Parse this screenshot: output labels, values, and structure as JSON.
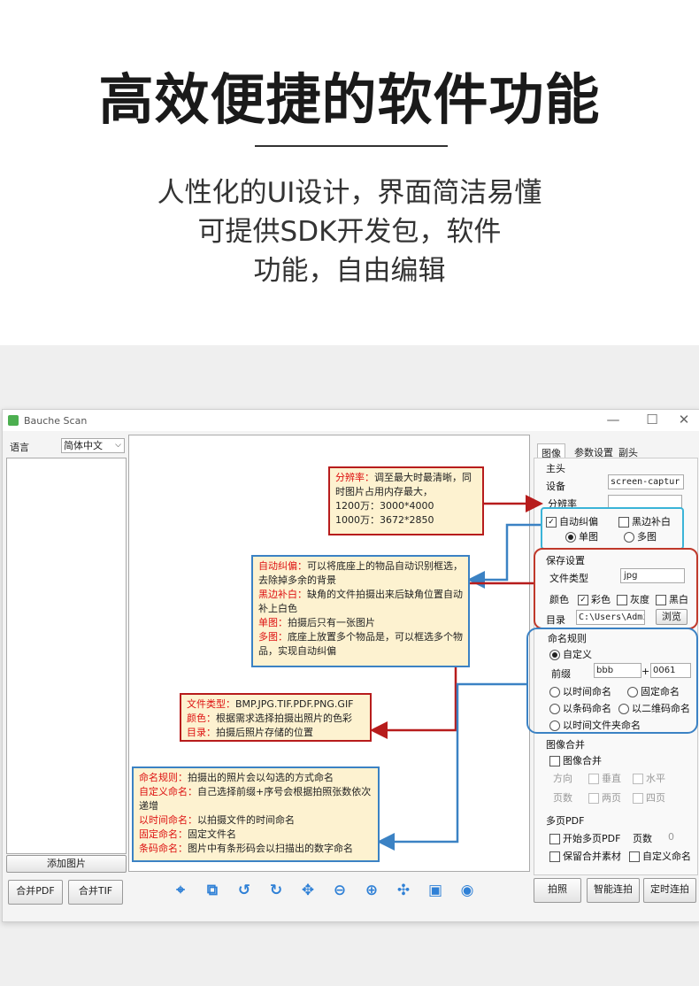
{
  "hero": {
    "title": "高效便捷的软件功能",
    "lines": [
      "人性化的UI设计，界面简洁易懂",
      "可提供SDK开发包，软件",
      "功能，自由编辑"
    ]
  },
  "app": {
    "title": "Bauche Scan",
    "window_controls": {
      "minimize": "—",
      "maximize": "☐",
      "close": "✕"
    }
  },
  "left_panel": {
    "language_label": "语言",
    "language_value": "简体中文",
    "add_image_button": "添加图片",
    "merge_pdf_button": "合并PDF",
    "merge_tif_button": "合并TIF"
  },
  "toolbar": {
    "icons": [
      "focus-icon",
      "crop-icon",
      "rotate-left-icon",
      "rotate-right-icon",
      "fit-icon",
      "zoom-out-icon",
      "zoom-in-icon",
      "move-icon",
      "two-pages-icon",
      "video-icon"
    ]
  },
  "right_panel": {
    "tabs": [
      "图像",
      "参数设置",
      "副头"
    ],
    "main_head_group": "主头",
    "device_label": "设备",
    "device_value": "screen-captur",
    "resolution_label": "分辨率",
    "resolution_value": "",
    "auto_deskew": "自动纠偏",
    "black_fill": "黑边补白",
    "single_image": "单图",
    "multi_image": "多图",
    "save_group": "保存设置",
    "file_type_label": "文件类型",
    "file_type_value": "jpg",
    "color_label": "颜色",
    "color_options": [
      "彩色",
      "灰度",
      "黑白"
    ],
    "dir_label": "目录",
    "dir_value": "C:\\Users\\Admini",
    "browse_button": "浏览",
    "naming_group": "命名规则",
    "custom_option": "自定义",
    "prefix_label": "前缀",
    "prefix_value": "bbb",
    "plus": "+",
    "suffix_value": "0061",
    "time_naming": "以时间命名",
    "fixed_naming": "固定命名",
    "barcode_naming": "以条码命名",
    "qrcode_naming": "以二维码命名",
    "time_folder_naming": "以时间文件夹命名",
    "merge_group": "图像合并",
    "merge_checkbox": "图像合并",
    "direction_label": "方向",
    "vertical": "垂直",
    "horizontal": "水平",
    "pages_label": "页数",
    "two_pages": "两页",
    "four_pages": "四页",
    "multipdf_group": "多页PDF",
    "start_multipdf": "开始多页PDF",
    "page_count_label": "页数",
    "page_count_value": "0",
    "keep_merge": "保留合并素材",
    "custom_naming": "自定义命名",
    "shoot_button": "拍照",
    "smart_shoot_button": "智能连拍",
    "timed_shoot_button": "定时连拍"
  },
  "annotations": {
    "resolution": {
      "key": "分辨率：",
      "text": "调至最大时最清晰，同时图片占用内存最大，",
      "line2": "1200万：3000*4000",
      "line3": "1000万：3672*2850"
    },
    "deskew": {
      "k1": "自动纠偏：",
      "t1": "可以将底座上的物品自动识别框选，去除掉多余的背景",
      "k2": "黑边补白：",
      "t2": "缺角的文件拍摄出来后缺角位置自动补上白色",
      "k3": "单图：",
      "t3": "拍摄后只有一张图片",
      "k4": "多图：",
      "t4": "底座上放置多个物品是，可以框选多个物品，实现自动纠偏"
    },
    "save": {
      "k1": "文件类型：",
      "t1": "BMP.JPG.TIF.PDF.PNG.GIF",
      "k2": "颜色：",
      "t2": "根据需求选择拍摄出照片的色彩",
      "k3": "目录：",
      "t3": "拍摄后照片存储的位置"
    },
    "naming": {
      "k1": "命名规则：",
      "t1": "拍摄出的照片会以勾选的方式命名",
      "k2": "自定义命名：",
      "t2": "自己选择前缀+序号会根据拍照张数依次递增",
      "k3": "以时间命名：",
      "t3": "以拍摄文件的时间命名",
      "k4": "固定命名：",
      "t4": "固定文件名",
      "k5": "条码命名：",
      "t5": "图片中有条形码会以扫描出的数字命名"
    }
  },
  "colors": {
    "red_annotation": "#b71c1c",
    "blue_annotation": "#3b82c4",
    "note_bg": "#fdf2d0",
    "icon_blue": "#2f80d6"
  }
}
